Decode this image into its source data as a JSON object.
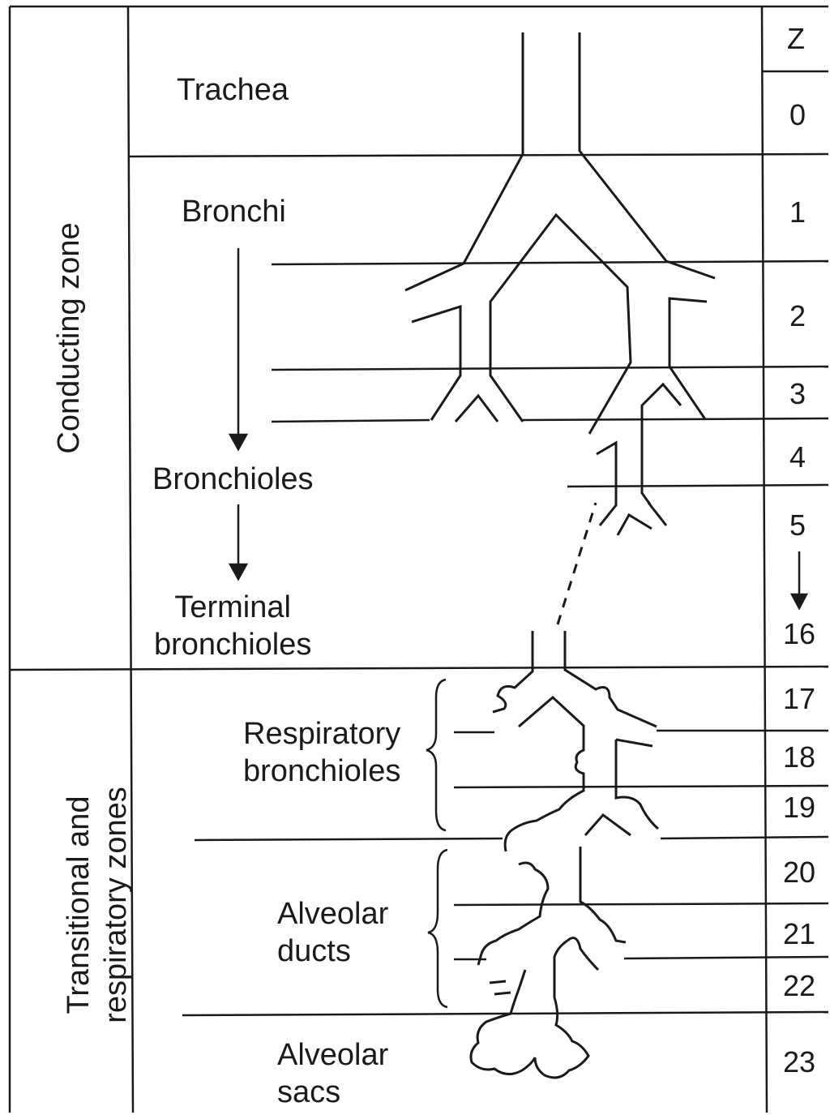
{
  "column_header": "Z",
  "zones": {
    "conducting": "Conducting zone",
    "transitional": [
      "Transitional and",
      "respiratory zones"
    ]
  },
  "airways": {
    "trachea": "Trachea",
    "bronchi": "Bronchi",
    "bronchioles": "Bronchioles",
    "terminal_bronchioles": [
      "Terminal",
      "bronchioles"
    ],
    "respiratory_bronchioles": [
      "Respiratory",
      "bronchioles"
    ],
    "alveolar_ducts": [
      "Alveolar",
      "ducts"
    ],
    "alveolar_sacs": [
      "Alveolar",
      "sacs"
    ]
  },
  "generations": [
    "0",
    "1",
    "2",
    "3",
    "4",
    "5",
    "16",
    "17",
    "18",
    "19",
    "20",
    "21",
    "22",
    "23"
  ]
}
